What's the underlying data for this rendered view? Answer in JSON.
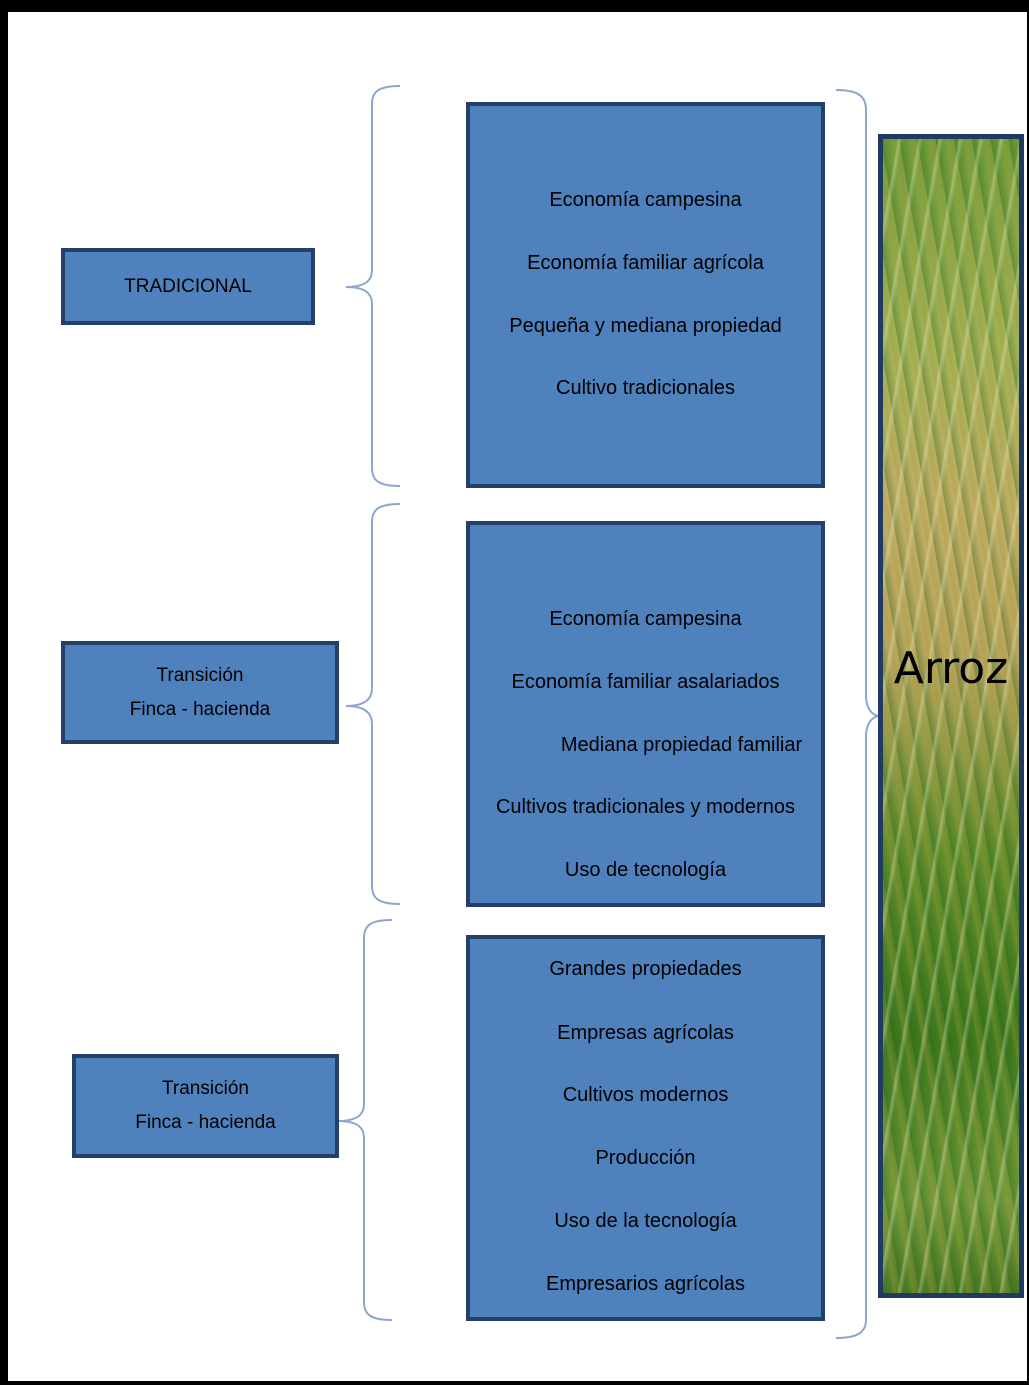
{
  "categories": [
    {
      "lines": [
        "TRADICIONAL"
      ]
    },
    {
      "lines": [
        "Transición",
        "Finca  -  hacienda"
      ]
    },
    {
      "lines": [
        "Transición",
        "Finca  -  hacienda"
      ]
    }
  ],
  "details": [
    [
      "Economía campesina",
      "Economía familiar agrícola",
      "Pequeña y mediana propiedad",
      "Cultivo tradicionales"
    ],
    [
      "Economía campesina",
      "Economía familiar asalariados",
      "Mediana propiedad familiar",
      "Cultivos tradicionales y modernos",
      "Uso de tecnología"
    ],
    [
      "Grandes propiedades",
      "Empresas agrícolas",
      "Cultivos modernos",
      "Producción",
      "Uso de la tecnología",
      "Empresarios agrícolas"
    ]
  ],
  "photo": {
    "title": "Arroz"
  }
}
